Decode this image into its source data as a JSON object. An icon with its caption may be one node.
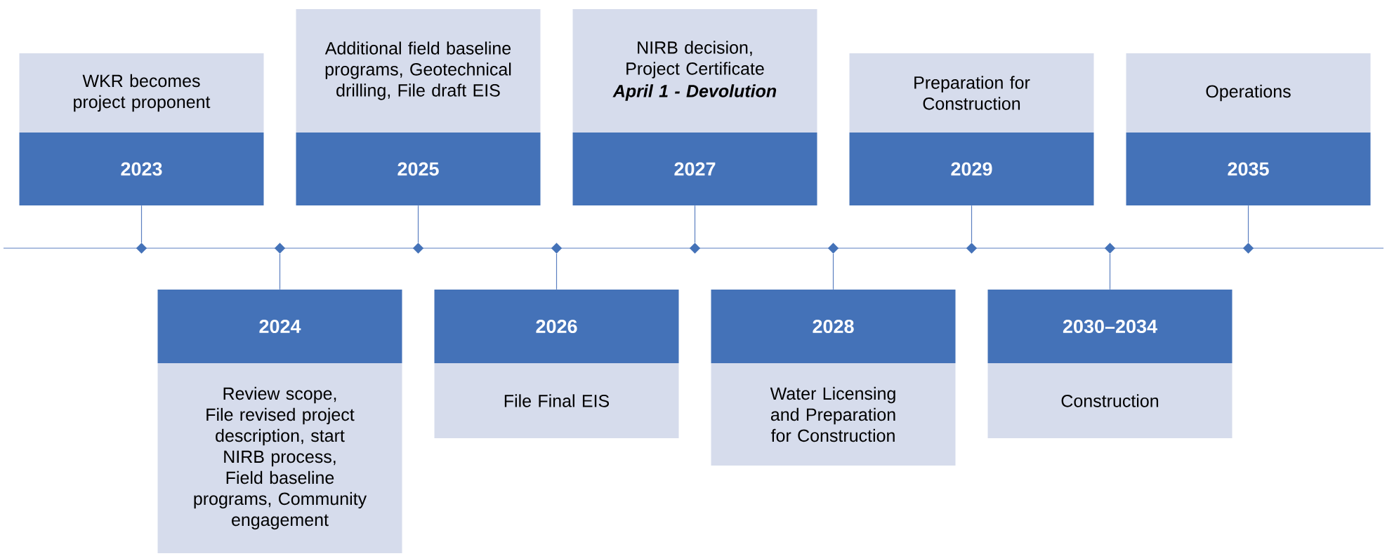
{
  "diagram": {
    "nodes": [
      {
        "text": [
          "WKR becomes project proponent"
        ]
      },
      {
        "text": [
          "2023"
        ]
      },
      {
        "text": [
          "2024"
        ]
      },
      {
        "text": [
          "Review scope, File revised project description, start NIRB process, Field baseline programs, Community engagement"
        ]
      },
      {
        "text": [
          "Additional field baseline programs, Geotechnical drilling, File draft EIS"
        ]
      },
      {
        "text": [
          "2025"
        ]
      },
      {
        "text": [
          "2026"
        ]
      },
      {
        "text": [
          "File Final EIS"
        ]
      },
      {
        "text": [
          "NIRB decision, Project Certificate",
          "April 1 - Devolution"
        ]
      },
      {
        "text": [
          "2027"
        ]
      },
      {
        "text": [
          "2028"
        ]
      },
      {
        "text": [
          "Water Licensing and Preparation for Construction"
        ]
      },
      {
        "text": [
          "Preparation for Construction"
        ]
      },
      {
        "text": [
          "2029"
        ]
      },
      {
        "text": [
          "2030–2034"
        ]
      },
      {
        "text": [
          "Construction"
        ]
      },
      {
        "text": [
          "Operations"
        ]
      },
      {
        "text": [
          "2035"
        ]
      },
      {
        "text": [],
        "shape": "diamond"
      },
      {
        "text": [],
        "shape": "diamond"
      },
      {
        "text": [],
        "shape": "diamond"
      },
      {
        "text": [],
        "shape": "diamond"
      },
      {
        "text": [],
        "shape": "diamond"
      },
      {
        "text": [],
        "shape": "diamond"
      },
      {
        "text": [],
        "shape": "diamond"
      },
      {
        "text": [],
        "shape": "diamond"
      },
      {
        "text": [],
        "shape": "diamond"
      }
    ],
    "edges": [
      {
        "from": 1,
        "to": 18,
        "arrow": "none"
      },
      {
        "from": 2,
        "to": 19,
        "arrow": "none"
      },
      {
        "from": 5,
        "to": 20,
        "arrow": "none"
      },
      {
        "from": 6,
        "to": 21,
        "arrow": "none"
      },
      {
        "from": 9,
        "to": 22,
        "arrow": "none"
      },
      {
        "from": 10,
        "to": 23,
        "arrow": "none"
      },
      {
        "from": 13,
        "to": 24,
        "arrow": "none"
      },
      {
        "from": 14,
        "to": 25,
        "arrow": "none"
      },
      {
        "from": 17,
        "to": 26,
        "arrow": "none"
      }
    ]
  }
}
